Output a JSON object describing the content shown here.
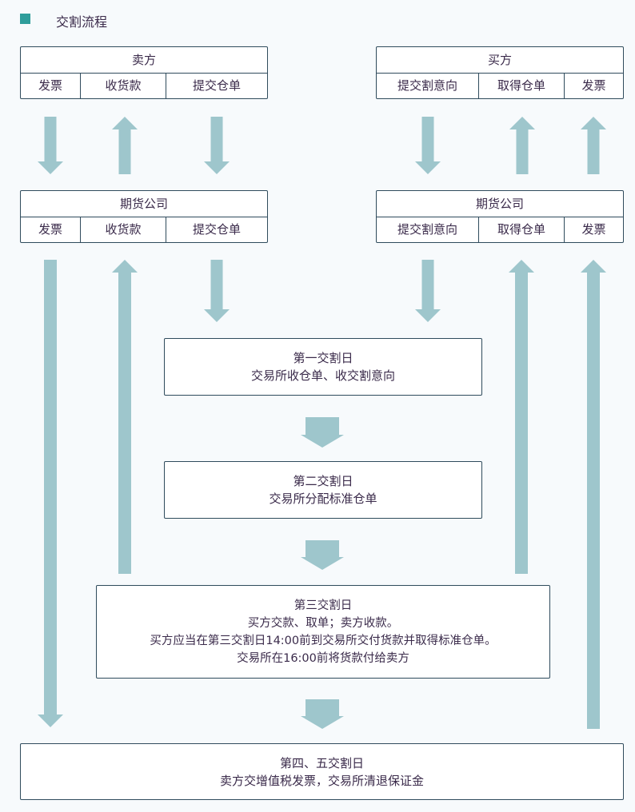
{
  "header": {
    "title": "交割流程",
    "legend_color": "#2f9d9b"
  },
  "colors": {
    "arrow": "#9ec6cc",
    "border": "#2f4b5c",
    "text": "#3a2a4a"
  },
  "seller": {
    "title": "卖方",
    "cells": [
      "发票",
      "收货款",
      "提交仓单"
    ]
  },
  "buyer": {
    "title": "买方",
    "cells": [
      "提交割意向",
      "取得仓单",
      "发票"
    ]
  },
  "seller_broker": {
    "title": "期货公司",
    "cells": [
      "发票",
      "收货款",
      "提交仓单"
    ]
  },
  "buyer_broker": {
    "title": "期货公司",
    "cells": [
      "提交割意向",
      "取得仓单",
      "发票"
    ]
  },
  "days": [
    {
      "lines": [
        "第一交割日",
        "交易所收仓单、收交割意向"
      ]
    },
    {
      "lines": [
        "第二交割日",
        "交易所分配标准仓单"
      ]
    },
    {
      "lines": [
        "第三交割日",
        "买方交款、取单；卖方收款。",
        "买方应当在第三交割日14:00前到交易所交付货款并取得标准仓单。",
        "交易所在16:00前将货款付给卖方"
      ]
    },
    {
      "lines": [
        "第四、五交割日",
        "卖方交增值税发票，交易所清退保证金"
      ]
    }
  ],
  "arrows": [
    {
      "name": "seller-invoice-down-arrow",
      "direction": "down"
    },
    {
      "name": "seller-payment-up-arrow",
      "direction": "up"
    },
    {
      "name": "seller-warehouse-receipt-down-arrow",
      "direction": "down"
    },
    {
      "name": "buyer-intent-down-arrow",
      "direction": "down"
    },
    {
      "name": "buyer-receipt-up-arrow",
      "direction": "up"
    },
    {
      "name": "buyer-invoice-up-arrow",
      "direction": "up"
    },
    {
      "name": "broker-invoice-long-down-arrow",
      "direction": "down"
    },
    {
      "name": "broker-payment-long-up-arrow",
      "direction": "up"
    },
    {
      "name": "broker-receipt-to-day1-arrow",
      "direction": "down"
    },
    {
      "name": "broker-intent-to-day1-arrow",
      "direction": "down"
    },
    {
      "name": "broker-receipt-long-up-arrow",
      "direction": "up"
    },
    {
      "name": "broker-invoice-long-up-arrow",
      "direction": "up"
    },
    {
      "name": "day1-to-day2-arrow",
      "direction": "down"
    },
    {
      "name": "day2-to-day3-arrow",
      "direction": "down"
    },
    {
      "name": "day3-to-day45-arrow",
      "direction": "down"
    }
  ]
}
